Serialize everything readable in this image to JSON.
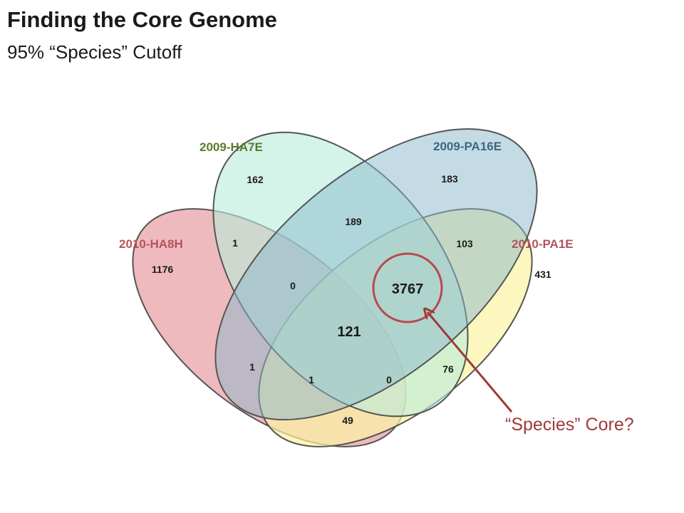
{
  "header": {
    "title": "Finding the Core Genome",
    "subtitle": "95% “Species” Cutoff"
  },
  "sets": [
    {
      "label": "2010-HA8H",
      "fill": "#e8a3a8",
      "label_color": "#b5545c"
    },
    {
      "label": "2009-HA7E",
      "fill": "#b9ecda",
      "label_color": "#5a7a2e"
    },
    {
      "label": "2009-PA16E",
      "fill": "#8ab7cc",
      "label_color": "#3a6a7c"
    },
    {
      "label": "2010-PA1E",
      "fill": "#fbf4a4",
      "label_color": "#b5545c"
    }
  ],
  "regions": {
    "ha8h_only": "1176",
    "ha7e_only": "162",
    "pa16e_only": "183",
    "pa1e_only": "431",
    "ha8h_ha7e": "1",
    "ha7e_pa16e": "189",
    "pa16e_pa1e": "103",
    "ha8h_ha7e_pa16e": "0",
    "all_four": "121",
    "ha7e_pa16e_pa1e": "3767",
    "ha8h_pa16e": "1",
    "ha8h_pa16e_pa1e": "1",
    "ha8h_ha7e_pa1e": "0",
    "ha7e_pa1e": "76",
    "ha8h_pa1e": "49"
  },
  "callout": {
    "text": "“Species” Core?",
    "color": "#9e3a3a"
  }
}
